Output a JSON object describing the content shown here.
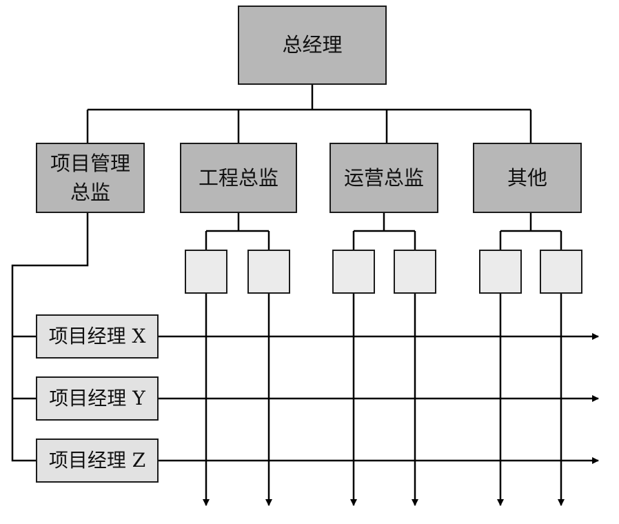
{
  "nodes": {
    "ceo": "总经理",
    "directors": [
      {
        "line1": "项目管理",
        "line2": "总监"
      },
      {
        "line1": "工程总监"
      },
      {
        "line1": "运营总监"
      },
      {
        "line1": "其他"
      }
    ],
    "project_managers": [
      "项目经理 X",
      "项目经理 Y",
      "项目经理 Z"
    ]
  },
  "colors": {
    "line": "#000000",
    "level1_fill": "#b7b7b7",
    "level2_fill": "#b7b7b7",
    "sub_unit_fill": "#ebebeb",
    "pm_fill": "#e2e2e2"
  }
}
